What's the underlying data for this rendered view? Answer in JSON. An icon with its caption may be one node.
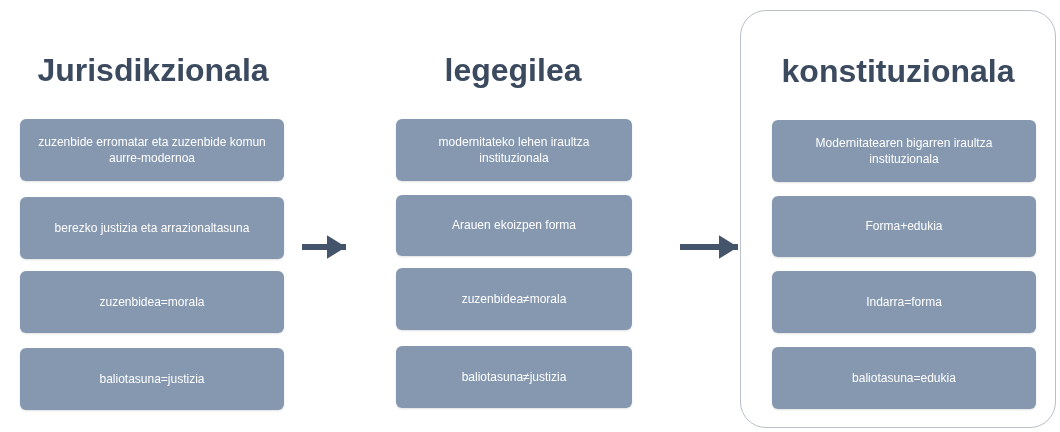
{
  "diagram": {
    "nodes": [
      {
        "text": [
          "Jurisdikzionala"
        ]
      },
      {
        "text": [
          "zuzenbide erromatar eta zuzenbide komun aurre-modernoa"
        ],
        "in": 0
      },
      {
        "text": [
          "berezko justizia eta arrazionaltasuna"
        ],
        "in": 0
      },
      {
        "text": [
          "zuzenbidea=morala"
        ],
        "in": 0
      },
      {
        "text": [
          "baliotasuna=justizia"
        ],
        "in": 0
      },
      {
        "text": [
          "legegilea"
        ]
      },
      {
        "text": [
          "modernitateko lehen iraultza instituzionala"
        ],
        "in": 5
      },
      {
        "text": [
          "Arauen ekoizpen forma"
        ],
        "in": 5
      },
      {
        "text": [
          "zuzenbidea≠morala"
        ],
        "in": 5
      },
      {
        "text": [
          "baliotasuna≠justizia"
        ],
        "in": 5
      },
      {
        "text": [
          "konstituzionala"
        ]
      },
      {
        "text": [
          "Modernitatearen bigarren iraultza instituzionala"
        ],
        "in": 10
      },
      {
        "text": [
          "Forma+edukia"
        ],
        "in": 10
      },
      {
        "text": [
          "Indarra=forma"
        ],
        "in": 10
      },
      {
        "text": [
          "baliotasuna=edukia"
        ],
        "in": 10
      }
    ],
    "edges": [
      {
        "from": 0,
        "to": 5,
        "arrow": "to"
      },
      {
        "from": 5,
        "to": 10,
        "arrow": "to"
      }
    ]
  }
}
